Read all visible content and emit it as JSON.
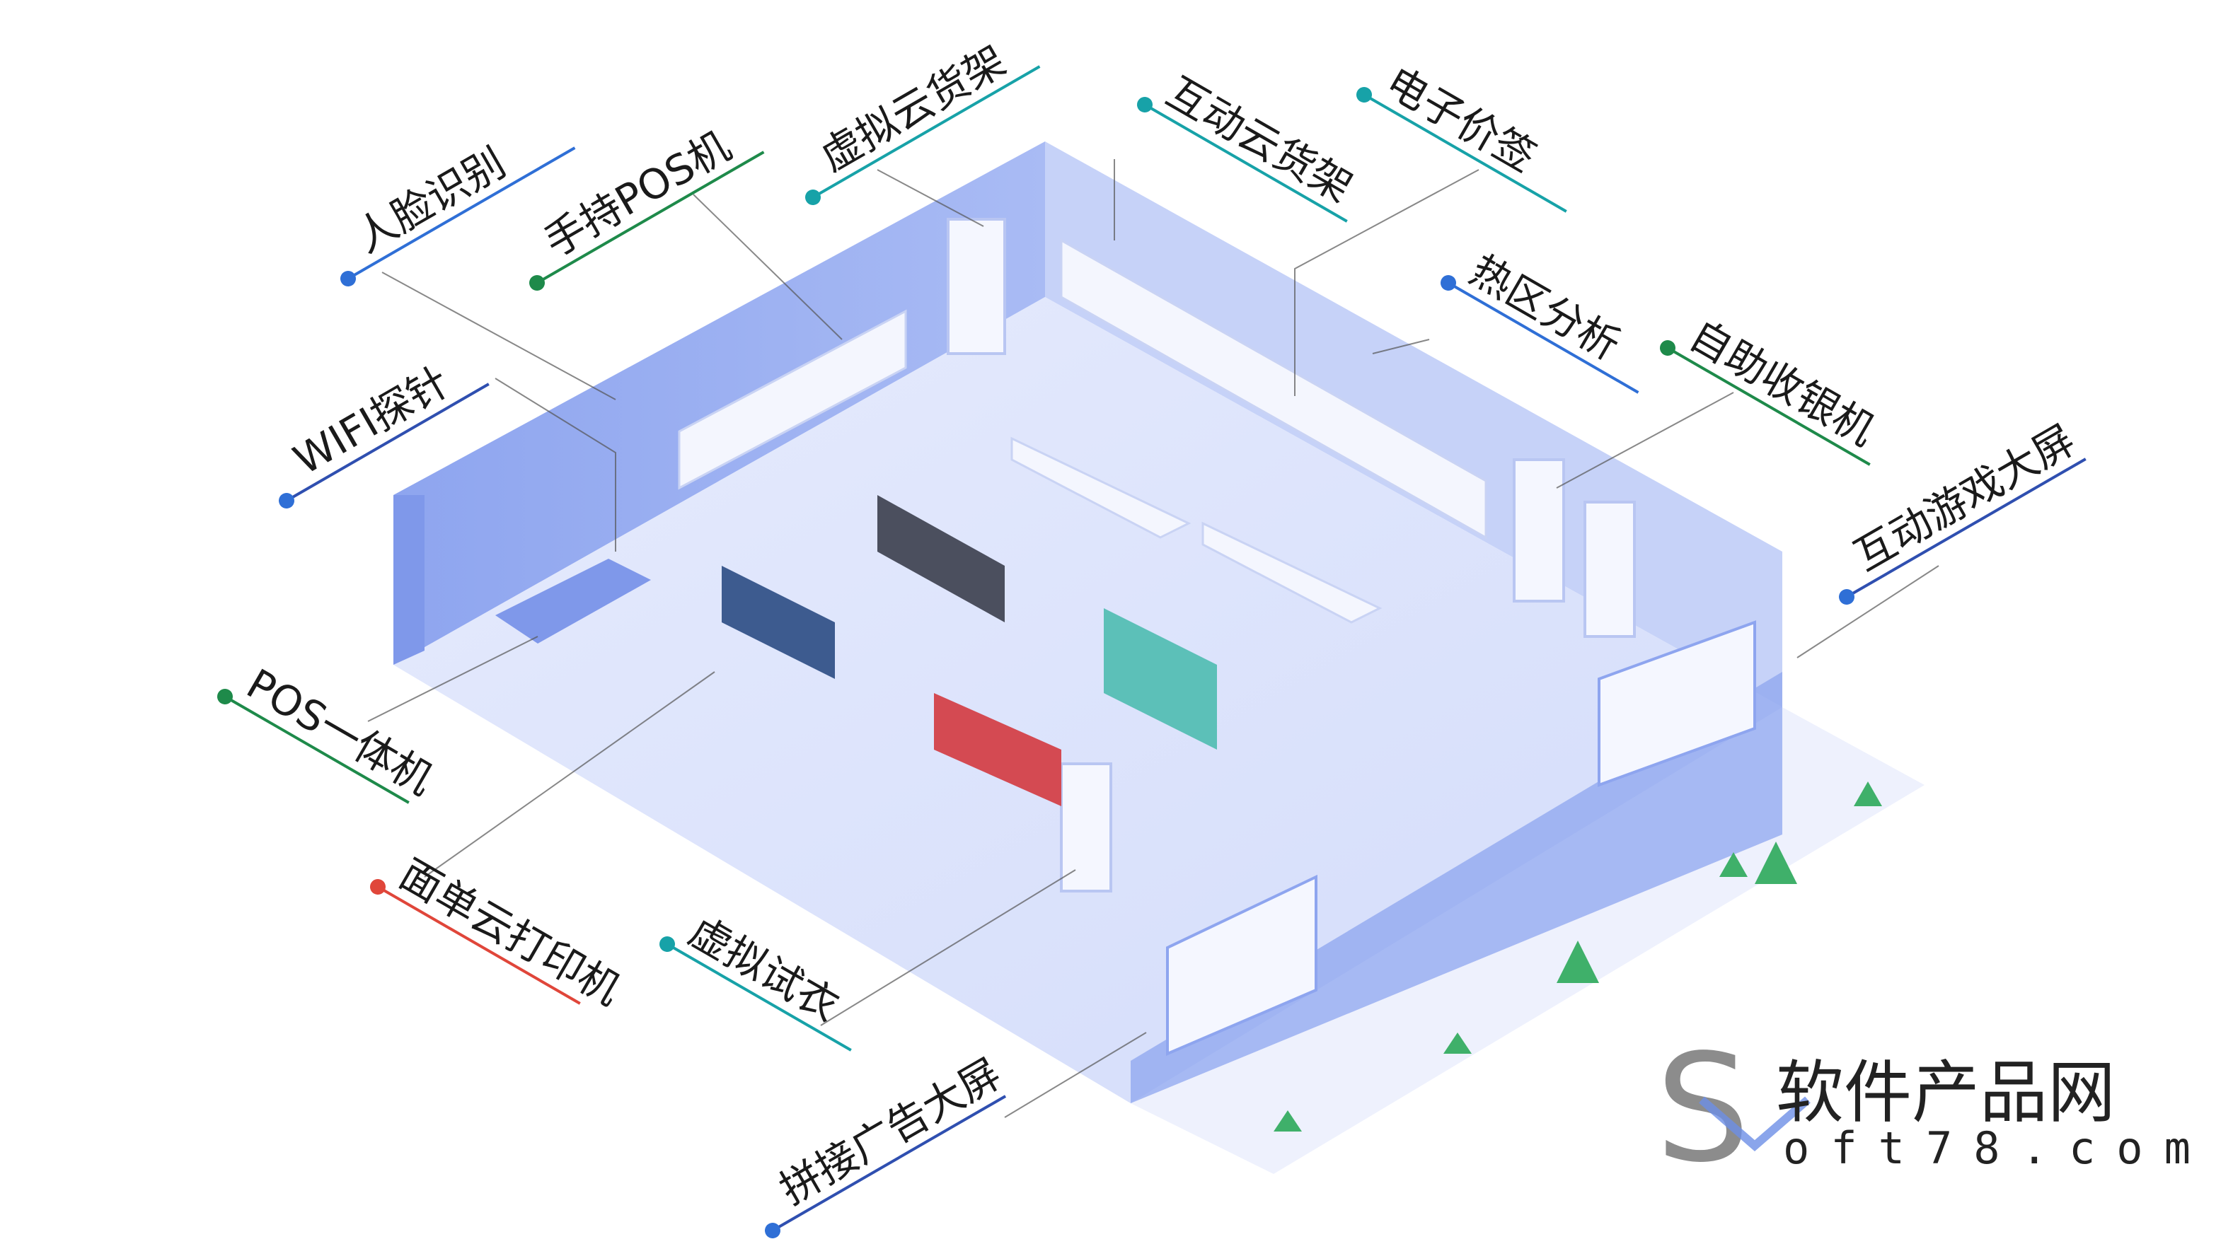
{
  "labels": {
    "face_recognition": "人脸识别",
    "handheld_pos": "手持POS机",
    "virtual_cloud_shelf": "虚拟云货架",
    "interactive_cloud_shelf": "互动云货架",
    "electronic_price_tag": "电子价签",
    "heatmap_analysis": "热区分析",
    "self_checkout": "自助收银机",
    "interactive_game_screen": "互动游戏大屏",
    "wifi_probe": "WIFI探针",
    "pos_terminal": "POS一体机",
    "cloud_label_printer": "面单云打印机",
    "virtual_fitting": "虚拟试衣",
    "spliced_ad_screen": "拼接广告大屏"
  },
  "watermark": {
    "cn": "软件产品网",
    "en": "oft78.com",
    "logo_letter": "S"
  },
  "colors": {
    "blue": "#2f6fd6",
    "teal": "#17a2a8",
    "green": "#1e8a4a",
    "red": "#e0463a",
    "floor": "#dfe6fb",
    "wall": "#9fb3f2"
  }
}
